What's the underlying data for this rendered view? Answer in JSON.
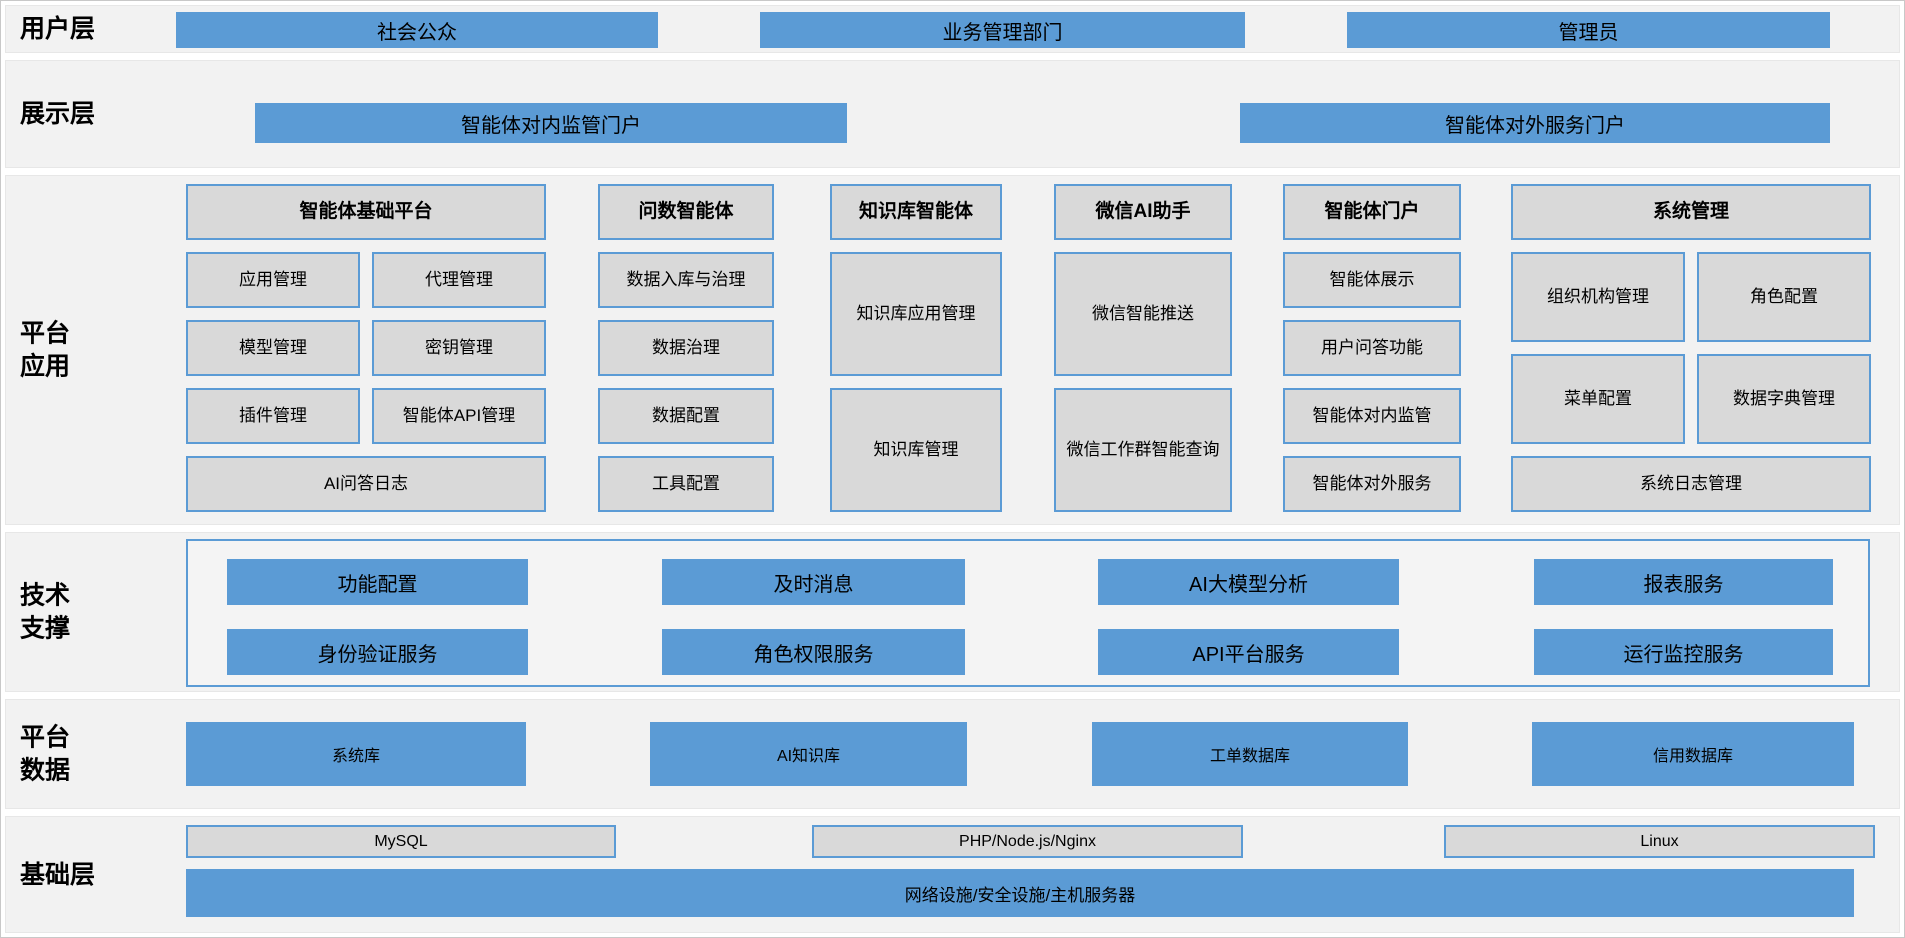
{
  "colors": {
    "accent_blue": "#5b9bd5",
    "box_gray": "#d9d9d9",
    "band_background": "#f2f2f2"
  },
  "layers": {
    "user": {
      "label": "用户层",
      "boxes": [
        "社会公众",
        "业务管理部门",
        "管理员"
      ]
    },
    "display": {
      "label": "展示层",
      "boxes": [
        "智能体对内监管门户",
        "智能体对外服务门户"
      ]
    },
    "platform_app": {
      "label": "平台应用",
      "columns": [
        {
          "header": "智能体基础平台",
          "items": [
            "应用管理",
            "代理管理",
            "模型管理",
            "密钥管理",
            "插件管理",
            "智能体API管理"
          ],
          "footer": "AI问答日志"
        },
        {
          "header": "问数智能体",
          "items": [
            "数据入库与治理",
            "数据治理",
            "数据配置",
            "工具配置"
          ]
        },
        {
          "header": "知识库智能体",
          "items": [
            "知识库应用管理",
            "知识库管理"
          ]
        },
        {
          "header": "微信AI助手",
          "items": [
            "微信智能推送",
            "微信工作群智能查询"
          ]
        },
        {
          "header": "智能体门户",
          "items": [
            "智能体展示",
            "用户问答功能",
            "智能体对内监管",
            "智能体对外服务"
          ]
        },
        {
          "header": "系统管理",
          "items": [
            "组织机构管理",
            "角色配置",
            "菜单配置",
            "数据字典管理"
          ],
          "footer": "系统日志管理"
        }
      ]
    },
    "tech_support": {
      "label": "技术支撑",
      "row1": [
        "功能配置",
        "及时消息",
        "AI大模型分析",
        "报表服务"
      ],
      "row2": [
        "身份验证服务",
        "角色权限服务",
        "API平台服务",
        "运行监控服务"
      ]
    },
    "platform_data": {
      "label": "平台数据",
      "boxes": [
        "系统库",
        "AI知识库",
        "工单数据库",
        "信用数据库"
      ]
    },
    "infrastructure": {
      "label": "基础层",
      "tech_boxes": [
        "MySQL",
        "PHP/Node.js/Nginx",
        "Linux"
      ],
      "base_box": "网络设施/安全设施/主机服务器"
    }
  }
}
